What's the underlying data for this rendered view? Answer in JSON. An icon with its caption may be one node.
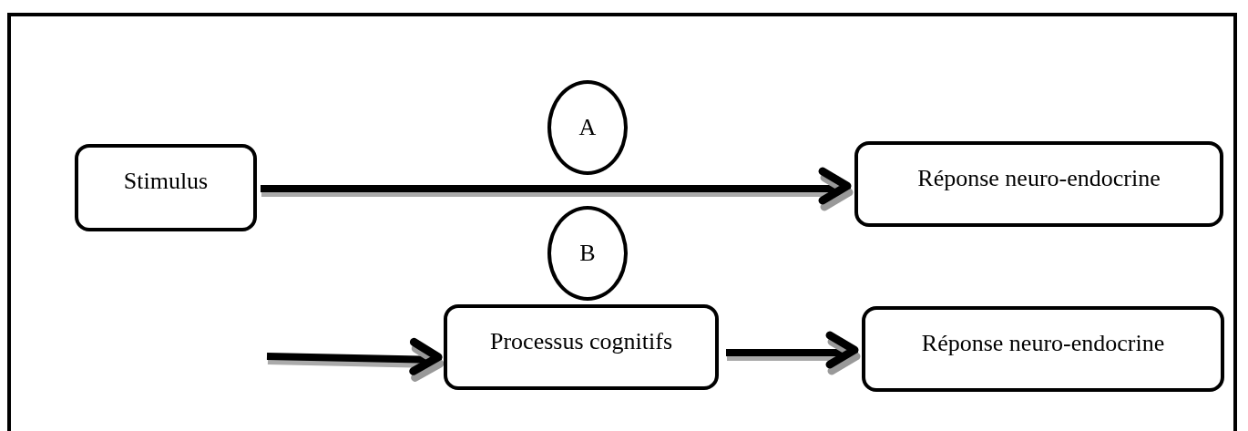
{
  "diagram": {
    "nodes": [
      {
        "text": [
          "Stimulus"
        ]
      },
      {
        "text": [
          "A"
        ]
      },
      {
        "text": [
          "Réponse neuro-endocrine"
        ]
      },
      {
        "text": [
          "B"
        ]
      },
      {
        "text": [
          "Processus cognitifs"
        ]
      },
      {
        "text": [
          "Réponse neuro-endocrine"
        ]
      }
    ],
    "edges": [
      {
        "from": 0,
        "to": 2,
        "arrow": "to"
      },
      {
        "from": null,
        "to": 4,
        "arrow": "to"
      },
      {
        "from": 4,
        "to": 5,
        "arrow": "to"
      }
    ]
  }
}
